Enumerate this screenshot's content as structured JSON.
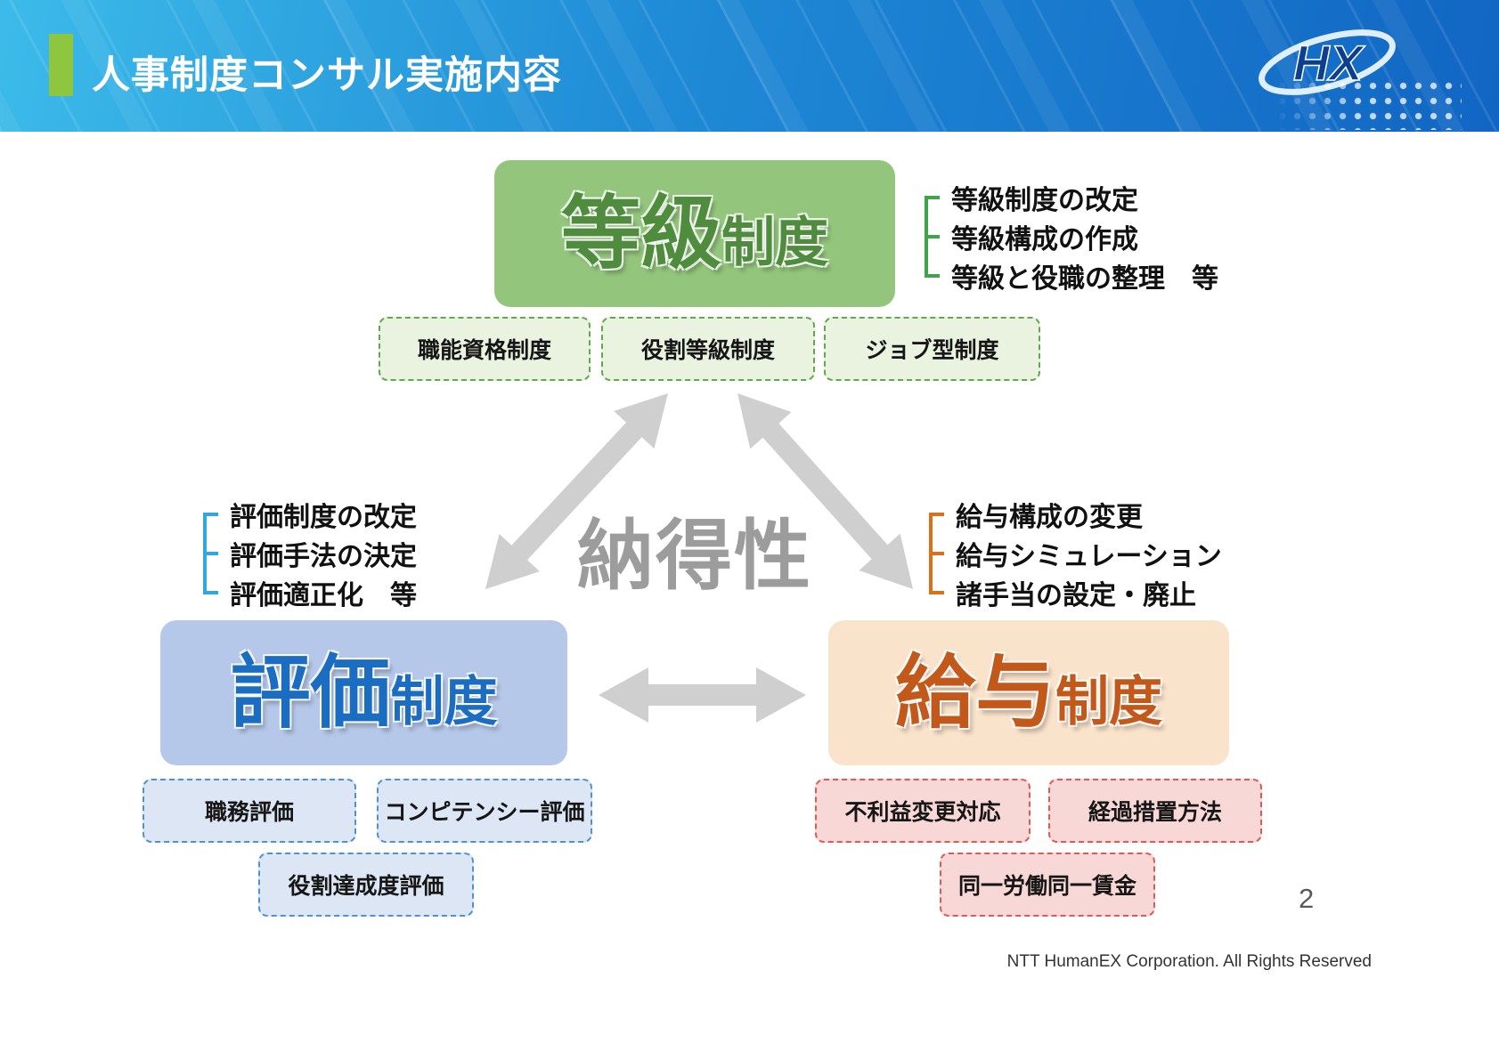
{
  "header": {
    "title": "人事制度コンサル実施内容",
    "logo_text": "HX"
  },
  "diagram": {
    "center_label": "納得性",
    "grade": {
      "title_main": "等級",
      "title_sub": "制度",
      "bullets": [
        "等級制度の改定",
        "等級構成の作成",
        "等級と役職の整理　等"
      ],
      "tags": [
        "職能資格制度",
        "役割等級制度",
        "ジョブ型制度"
      ]
    },
    "evaluation": {
      "title_main": "評価",
      "title_sub": "制度",
      "bullets": [
        "評価制度の改定",
        "評価手法の決定",
        "評価適正化　等"
      ],
      "tags": [
        "職務評価",
        "コンピテンシー評価",
        "役割達成度評価"
      ]
    },
    "salary": {
      "title_main": "給与",
      "title_sub": "制度",
      "bullets": [
        "給与構成の変更",
        "給与シミュレーション",
        "諸手当の設定・廃止"
      ],
      "tags": [
        "不利益変更対応",
        "経過措置方法",
        "同一労働同一賃金"
      ]
    }
  },
  "page_number": "2",
  "footer": "NTT HumanEX Corporation. All Rights Reserved",
  "colors": {
    "header_blue": "#1166c3",
    "header_accent": "#8ec63f",
    "green_box": "#93c67c",
    "green_text": "#4f8c3e",
    "blue_box": "#b6c8e9",
    "blue_text": "#1b6dc1",
    "orange_box": "#fae3cb",
    "orange_text": "#c2591b",
    "bracket_green": "#3fa347",
    "bracket_blue": "#2fa7df",
    "bracket_orange": "#dc6f17",
    "tag_green_border": "#61a84e",
    "tag_blue_border": "#4e93d0",
    "tag_red_border": "#df5a52",
    "arrow_gray": "#cfcfcf",
    "center_gray": "#9c9c9c"
  }
}
